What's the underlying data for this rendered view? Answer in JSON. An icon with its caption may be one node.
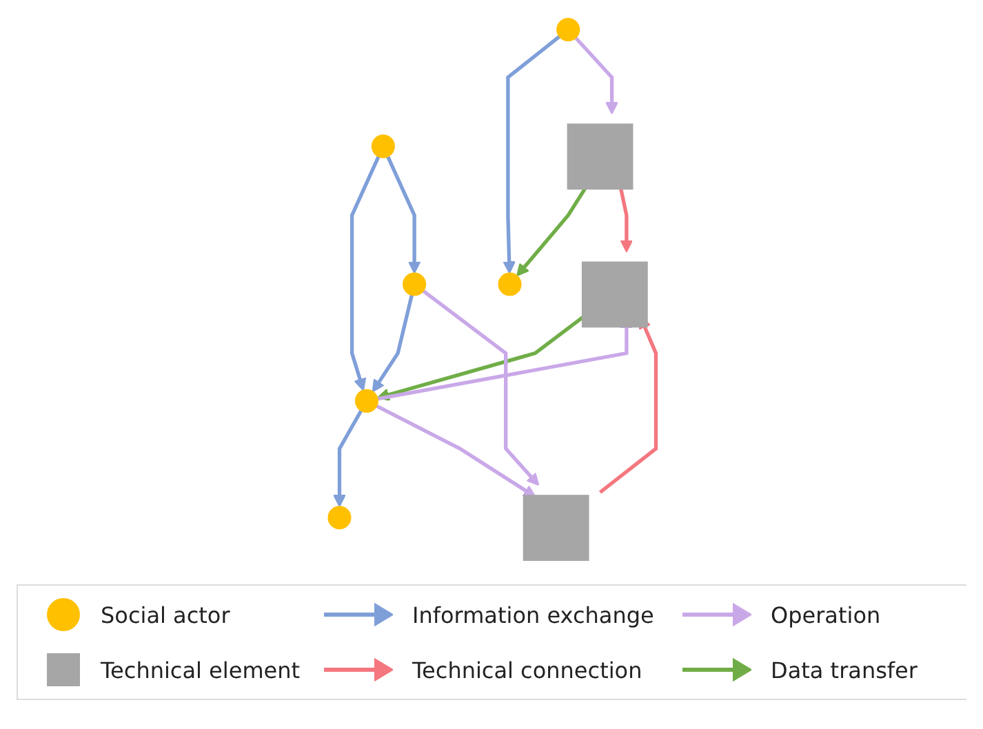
{
  "diagram": {
    "nodes": [
      {
        "text": [],
        "shape": "circle"
      },
      {
        "text": [],
        "shape": "circle"
      },
      {
        "text": [],
        "shape": "circle"
      },
      {
        "text": [],
        "shape": "circle"
      },
      {
        "text": [],
        "shape": "circle"
      },
      {
        "text": [],
        "shape": "circle"
      },
      {
        "text": [],
        "shape": "box"
      },
      {
        "text": [],
        "shape": "box"
      },
      {
        "text": [],
        "shape": "box"
      }
    ],
    "edges": [
      {
        "from": 1,
        "to": 0,
        "arrow": "to"
      },
      {
        "from": 6,
        "to": 0,
        "arrow": "to",
        "color": "#70ad47"
      },
      {
        "from": 1,
        "to": 6,
        "arrow": "to",
        "color": "#c9a8e8"
      },
      {
        "from": 3,
        "to": 2,
        "arrow": "to"
      },
      {
        "from": 4,
        "to": 3,
        "arrow": "to"
      },
      {
        "from": 4,
        "to": 5,
        "arrow": "to"
      },
      {
        "from": 5,
        "to": 3,
        "arrow": "to"
      },
      {
        "from": 7,
        "to": 3,
        "arrow": "to",
        "color": "#70ad47"
      },
      {
        "from": 3,
        "to": 7,
        "arrow": "to",
        "color": "#c9a8e8"
      },
      {
        "from": 3,
        "to": 8,
        "arrow": "to",
        "color": "#c9a8e8"
      },
      {
        "from": 5,
        "to": 8,
        "arrow": "to",
        "color": "#c9a8e8"
      },
      {
        "from": 6,
        "to": 7,
        "arrow": "to",
        "color": "#f4777f"
      },
      {
        "from": 8,
        "to": 7,
        "arrow": "to",
        "color": "#f4777f"
      }
    ],
    "legend": [
      {
        "text": "Social actor",
        "color": "#ffc000"
      },
      {
        "text": "Information exchange",
        "color": "#7f9fd9"
      },
      {
        "text": "Operation",
        "color": "#c9a8e8"
      },
      {
        "text": "Technical element",
        "color": "#a6a6a6"
      },
      {
        "text": "Technical connection",
        "color": "#f4777f"
      },
      {
        "text": "Data transfer",
        "color": "#70ad47"
      }
    ]
  }
}
